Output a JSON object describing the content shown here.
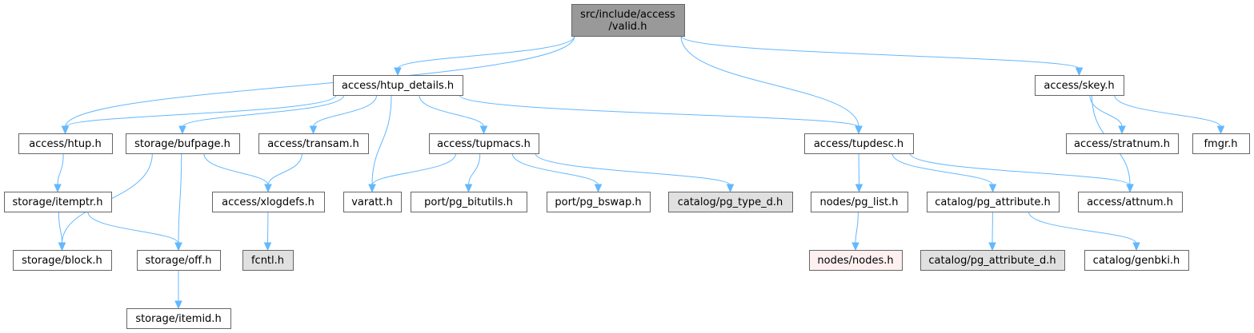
{
  "diagram": {
    "type": "include-dependency-graph",
    "root": "valid",
    "nodes": [
      {
        "id": "valid",
        "lines": [
          "src/include/access",
          "/valid.h"
        ],
        "style": "root"
      },
      {
        "id": "htup_details",
        "lines": [
          "access/htup_details.h"
        ],
        "style": "normal"
      },
      {
        "id": "skey",
        "lines": [
          "access/skey.h"
        ],
        "style": "normal"
      },
      {
        "id": "htup",
        "lines": [
          "access/htup.h"
        ],
        "style": "normal"
      },
      {
        "id": "bufpage",
        "lines": [
          "storage/bufpage.h"
        ],
        "style": "normal"
      },
      {
        "id": "transam",
        "lines": [
          "access/transam.h"
        ],
        "style": "normal"
      },
      {
        "id": "tupmacs",
        "lines": [
          "access/tupmacs.h"
        ],
        "style": "normal"
      },
      {
        "id": "tupdesc",
        "lines": [
          "access/tupdesc.h"
        ],
        "style": "normal"
      },
      {
        "id": "stratnum",
        "lines": [
          "access/stratnum.h"
        ],
        "style": "normal"
      },
      {
        "id": "fmgr",
        "lines": [
          "fmgr.h"
        ],
        "style": "normal"
      },
      {
        "id": "itemptr",
        "lines": [
          "storage/itemptr.h"
        ],
        "style": "normal"
      },
      {
        "id": "xlogdefs",
        "lines": [
          "access/xlogdefs.h"
        ],
        "style": "normal"
      },
      {
        "id": "varatt",
        "lines": [
          "varatt.h"
        ],
        "style": "normal"
      },
      {
        "id": "pg_bitutils",
        "lines": [
          "port/pg_bitutils.h"
        ],
        "style": "normal"
      },
      {
        "id": "pg_bswap",
        "lines": [
          "port/pg_bswap.h"
        ],
        "style": "normal"
      },
      {
        "id": "pg_type_d",
        "lines": [
          "catalog/pg_type_d.h"
        ],
        "style": "external"
      },
      {
        "id": "pg_list",
        "lines": [
          "nodes/pg_list.h"
        ],
        "style": "normal"
      },
      {
        "id": "pg_attribute",
        "lines": [
          "catalog/pg_attribute.h"
        ],
        "style": "normal"
      },
      {
        "id": "attnum",
        "lines": [
          "access/attnum.h"
        ],
        "style": "normal"
      },
      {
        "id": "block",
        "lines": [
          "storage/block.h"
        ],
        "style": "normal"
      },
      {
        "id": "off",
        "lines": [
          "storage/off.h"
        ],
        "style": "normal"
      },
      {
        "id": "fcntl",
        "lines": [
          "fcntl.h"
        ],
        "style": "external"
      },
      {
        "id": "nodes",
        "lines": [
          "nodes/nodes.h"
        ],
        "style": "truncated"
      },
      {
        "id": "pg_attribute_d",
        "lines": [
          "catalog/pg_attribute_d.h"
        ],
        "style": "external"
      },
      {
        "id": "genbki",
        "lines": [
          "catalog/genbki.h"
        ],
        "style": "normal"
      },
      {
        "id": "itemid",
        "lines": [
          "storage/itemid.h"
        ],
        "style": "normal"
      }
    ],
    "edges": [
      [
        "valid",
        "htup_details"
      ],
      [
        "valid",
        "htup"
      ],
      [
        "valid",
        "tupdesc"
      ],
      [
        "valid",
        "skey"
      ],
      [
        "htup_details",
        "htup"
      ],
      [
        "htup_details",
        "bufpage"
      ],
      [
        "htup_details",
        "transam"
      ],
      [
        "htup_details",
        "varatt"
      ],
      [
        "htup_details",
        "tupmacs"
      ],
      [
        "htup_details",
        "tupdesc"
      ],
      [
        "skey",
        "stratnum"
      ],
      [
        "skey",
        "fmgr"
      ],
      [
        "skey",
        "attnum"
      ],
      [
        "htup",
        "itemptr"
      ],
      [
        "bufpage",
        "block"
      ],
      [
        "bufpage",
        "off"
      ],
      [
        "bufpage",
        "xlogdefs"
      ],
      [
        "transam",
        "xlogdefs"
      ],
      [
        "tupmacs",
        "varatt"
      ],
      [
        "tupmacs",
        "pg_bitutils"
      ],
      [
        "tupmacs",
        "pg_bswap"
      ],
      [
        "tupmacs",
        "pg_type_d"
      ],
      [
        "tupdesc",
        "pg_list"
      ],
      [
        "tupdesc",
        "pg_attribute"
      ],
      [
        "tupdesc",
        "attnum"
      ],
      [
        "itemptr",
        "block"
      ],
      [
        "itemptr",
        "off"
      ],
      [
        "xlogdefs",
        "fcntl"
      ],
      [
        "pg_list",
        "nodes"
      ],
      [
        "pg_attribute",
        "pg_attribute_d"
      ],
      [
        "pg_attribute",
        "genbki"
      ],
      [
        "off",
        "itemid"
      ]
    ],
    "styles": {
      "root": {
        "fill": "#999999",
        "stroke": "#666666"
      },
      "normal": {
        "fill": "#ffffff",
        "stroke": "#666666"
      },
      "external": {
        "fill": "#e0e0e0",
        "stroke": "#999999"
      },
      "truncated": {
        "fill": "#fff0f0",
        "stroke": "#ff0000"
      }
    },
    "edge_color": "#63b8ff"
  }
}
